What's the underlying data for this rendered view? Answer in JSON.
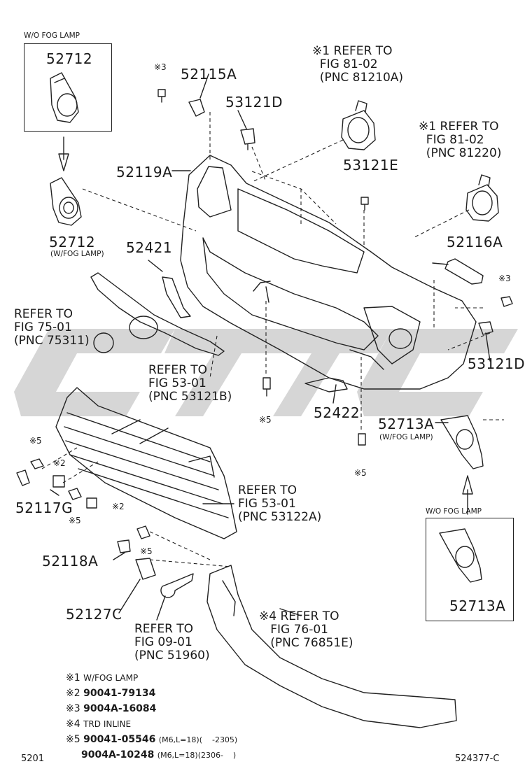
{
  "inset_left": {
    "title": "W/O FOG LAMP",
    "part": "52712"
  },
  "inset_right": {
    "title": "W/O FOG LAMP",
    "part": "52713A"
  },
  "watermark": {
    "text": "CTTC",
    "color": "#c8c8c8"
  },
  "parts": {
    "p52712_upper": "52712",
    "p52712_lower": "52712",
    "p52712_note": "(W/FOG LAMP)",
    "p52115A": "52115A",
    "p53121D_top": "53121D",
    "p52119A": "52119A",
    "p53121E": "53121E",
    "p52116A": "52116A",
    "p52421": "52421",
    "p53121D_right": "53121D",
    "p52422": "52422",
    "p52713A": "52713A",
    "p52713A_note": "(W/FOG LAMP)",
    "p52117G": "52117G",
    "p52118A": "52118A",
    "p52127C": "52127C"
  },
  "marks": {
    "m3_a": "※3",
    "m3_b": "※3",
    "m5_a": "※5",
    "m5_b": "※5",
    "m5_c": "※5",
    "m5_d": "※5",
    "m5_e": "※5",
    "m2_a": "※2",
    "m2_b": "※2"
  },
  "refs": {
    "r_81210A": "※1 REFER TO\n  FIG 81-02\n  (PNC 81210A)",
    "r_81220": "※1 REFER TO\n  FIG 81-02\n  (PNC 81220)",
    "r_75311": "REFER TO\nFIG 75-01\n(PNC 75311)",
    "r_53121B": "REFER TO\nFIG 53-01\n(PNC 53121B)",
    "r_53122A": "REFER TO\nFIG 53-01\n(PNC 53122A)",
    "r_51960": "REFER TO\nFIG 09-01\n(PNC 51960)",
    "r_76851E": "※4 REFER TO\n   FIG 76-01\n   (PNC 76851E)"
  },
  "legend": [
    {
      "mark": "※1",
      "text": "W/FOG LAMP",
      "detail": ""
    },
    {
      "mark": "※2",
      "text": "90041-79134",
      "detail": ""
    },
    {
      "mark": "※3",
      "text": "9004A-16084",
      "detail": ""
    },
    {
      "mark": "※4",
      "text": "TRD INLINE",
      "detail": ""
    },
    {
      "mark": "※5",
      "text": "90041-05546",
      "detail": "(M6,L=18)(    -2305)"
    },
    {
      "mark": "",
      "text": "9004A-10248",
      "detail": "(M6,L=18)(2306-    )"
    }
  ],
  "footer": {
    "left": "5201",
    "right": "524377-C"
  }
}
